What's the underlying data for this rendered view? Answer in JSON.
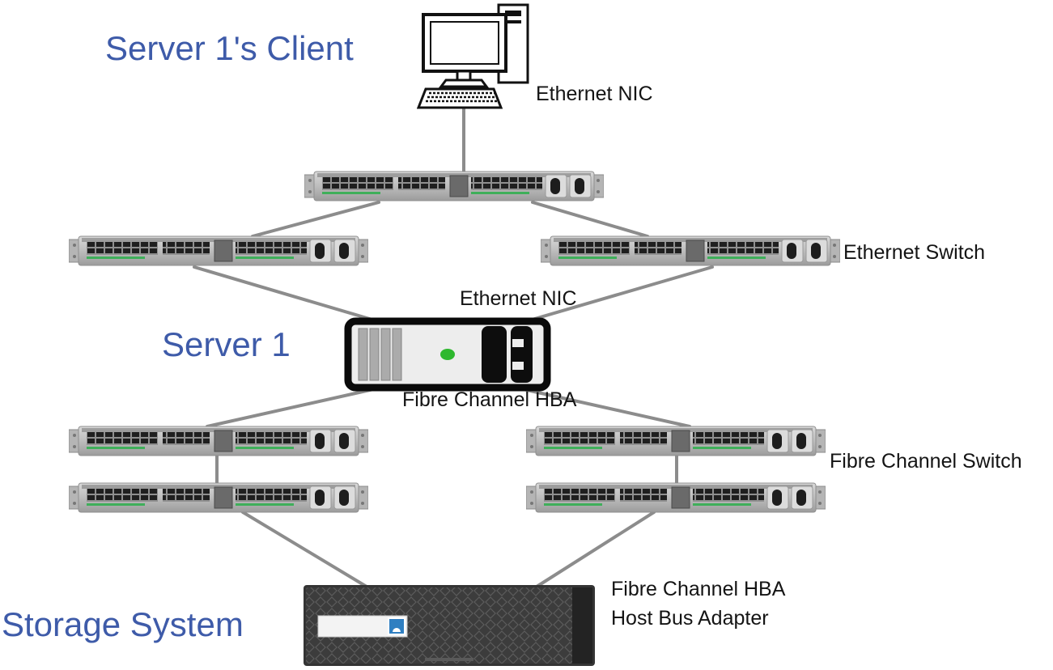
{
  "colors": {
    "blue_label": "#3e5ba9",
    "black_label": "#141414",
    "connector_gray": "#8c8c8c",
    "status_green": "#2eb82e",
    "storage_logo_blue": "#2f7fc1"
  },
  "nodes": {
    "client": {
      "label": "Server 1's Client",
      "nic_label": "Ethernet NIC",
      "icon": "desktop-computer-icon"
    },
    "ethernet_switch_group": {
      "label": "Ethernet Switch",
      "icon": "rack-switch-icon"
    },
    "server": {
      "label": "Server 1",
      "nic_label": "Ethernet NIC",
      "hba_label": "Fibre Channel HBA",
      "icon": "rack-server-icon"
    },
    "fc_switch_group": {
      "label": "Fibre Channel Switch",
      "icon": "rack-switch-icon"
    },
    "storage": {
      "label": "Storage System",
      "hba_label_line1": "Fibre Channel HBA",
      "hba_label_line2": "Host Bus Adapter",
      "icon": "storage-array-icon"
    }
  },
  "connections": [
    "client -> ethernet-switch-top",
    "ethernet-switch-top -> ethernet-switch-left",
    "ethernet-switch-top -> ethernet-switch-right",
    "ethernet-switch-left -> server-1",
    "ethernet-switch-right -> server-1",
    "server-1 -> fc-switch-left-1",
    "server-1 -> fc-switch-right-1",
    "fc-switch-left-1 -> fc-switch-left-2",
    "fc-switch-right-1 -> fc-switch-right-2",
    "fc-switch-left-2 -> storage-system",
    "fc-switch-right-2 -> storage-system"
  ]
}
